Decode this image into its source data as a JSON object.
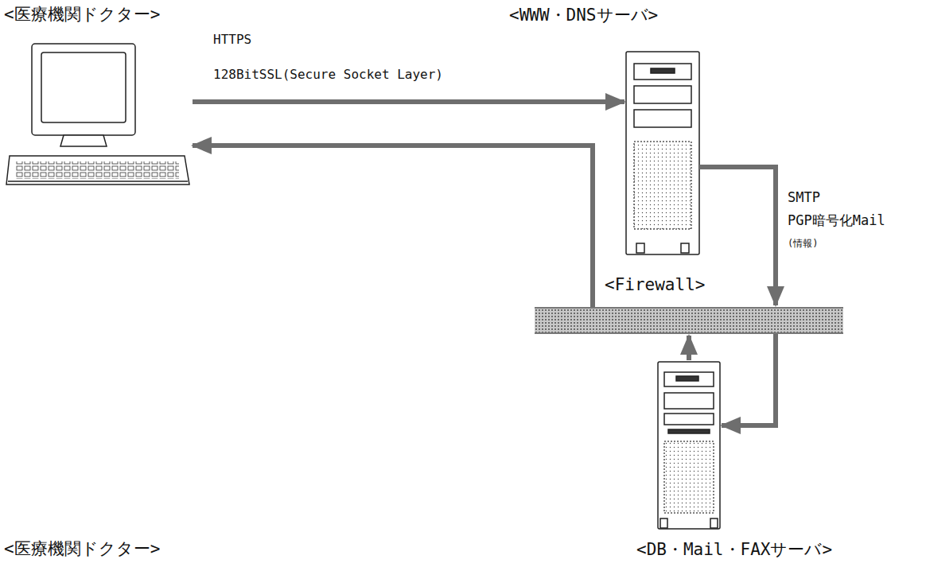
{
  "diagram": {
    "nodes": [
      {
        "text": [
          "<医療機関ドクター>"
        ]
      },
      {
        "text": [
          "<WWW・DNSサーバ>"
        ]
      },
      {
        "text": [
          "<Firewall>"
        ]
      },
      {
        "text": [
          "<DB・Mail・FAXサーバ>"
        ]
      }
    ],
    "edges": [
      {
        "from": 0,
        "to": 1,
        "arrow": "to",
        "label": "128BitSSL(Secure Socket Layer)"
      },
      {
        "from": 1,
        "to": 2,
        "arrow": "to"
      },
      {
        "from": 2,
        "to": 3,
        "arrow": "to"
      },
      {
        "from": 3,
        "to": 2,
        "arrow": "to"
      },
      {
        "from": 2,
        "to": 0,
        "arrow": "to"
      }
    ],
    "labels": [
      "HTTPS",
      "SMTP",
      "PGP暗号化Mail",
      "(情報)",
      "<医療機関ドクター>"
    ]
  }
}
